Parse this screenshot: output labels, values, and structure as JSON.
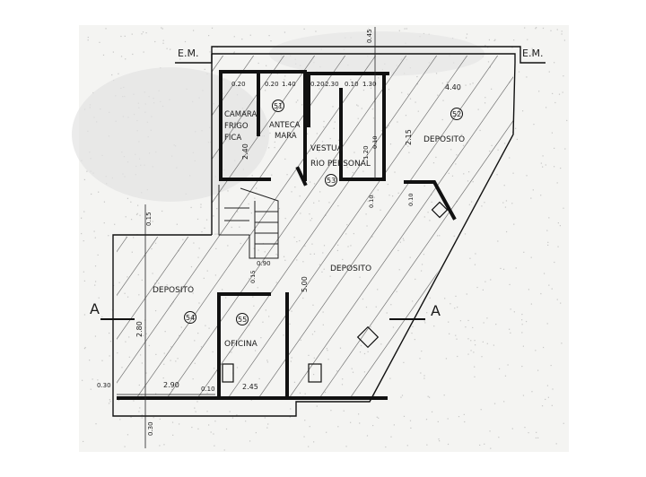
{
  "plan": {
    "section_marks": {
      "left": "A",
      "right": "A"
    },
    "em_marks": {
      "left": "E.M.",
      "right": "E.M."
    },
    "rooms": [
      {
        "id": "camara",
        "lines": [
          "CAMARA",
          "FRIGO",
          "FICA"
        ],
        "number": ""
      },
      {
        "id": "antecamara",
        "lines": [
          "ANTECA",
          "MARA"
        ],
        "number": "51"
      },
      {
        "id": "vestuario",
        "lines": [
          "VESTUA",
          "RIO PERSONAL"
        ],
        "number": "53"
      },
      {
        "id": "deposito-top",
        "lines": [
          "DEPOSITO"
        ],
        "number": "52"
      },
      {
        "id": "deposito-center",
        "lines": [
          "DEPOSITO"
        ],
        "number": ""
      },
      {
        "id": "deposito-left",
        "lines": [
          "DEPOSITO"
        ],
        "number": "54"
      },
      {
        "id": "oficina",
        "lines": [
          "OFICINA"
        ],
        "number": "55"
      }
    ],
    "dimensions": {
      "top_020_a": "0.20",
      "top_020_b": "0.20",
      "top_140": "1.40",
      "top_020_c": "0.20",
      "top_230": "2.30",
      "top_010": "0.10",
      "top_130": "1.30",
      "top_440": "4.40",
      "top_045": "0.45",
      "v_240": "2.40",
      "v_120": "1.20",
      "v_215": "2.15",
      "v_010_a": "0.10",
      "v_010_b": "0.10",
      "v_010_c": "0.10",
      "v_015": "0.15",
      "v_500": "5.00",
      "h_090": "0.90",
      "v_015b": "0.15",
      "v_280": "2.80",
      "h_030_left": "0.30",
      "h_290": "2.90",
      "h_010_bottom": "0.10",
      "h_245": "2.45",
      "v_030_bottom": "0.30"
    }
  }
}
